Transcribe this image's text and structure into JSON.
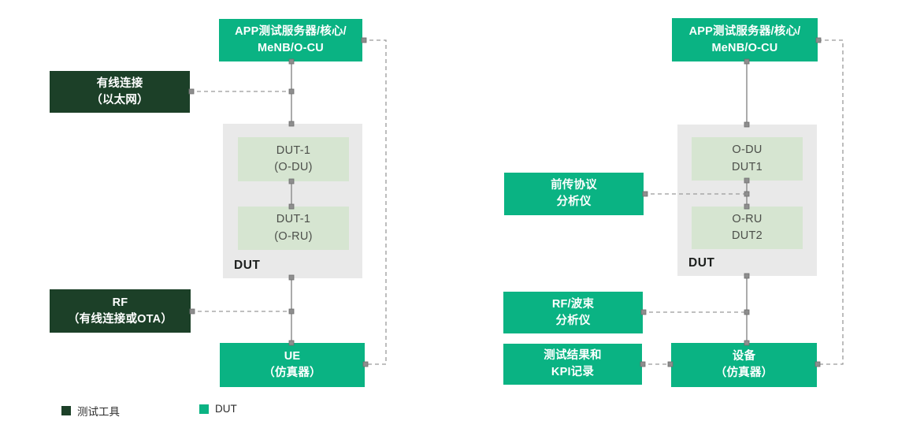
{
  "colors": {
    "accent_green": "#0ab383",
    "tool_dark_green": "#1c4028",
    "dut_container_gray": "#e9e9e9",
    "dut_inner_green": "#d6e5d1"
  },
  "left_diagram": {
    "server_box": {
      "line1": "APP测试服务器/核心/",
      "line2": "MeNB/O-CU"
    },
    "wired_tool_box": {
      "line1": "有线连接",
      "line2": "（以太网）"
    },
    "dut_container": {
      "label": "DUT",
      "odu_box": {
        "line1": "DUT-1",
        "line2": "(O-DU)"
      },
      "oru_box": {
        "line1": "DUT-1",
        "line2": "(O-RU)"
      }
    },
    "rf_tool_box": {
      "line1": "RF",
      "line2": "（有线连接或OTA）"
    },
    "ue_box": {
      "line1": "UE",
      "line2": "（仿真器）"
    }
  },
  "right_diagram": {
    "server_box": {
      "line1": "APP测试服务器/核心/",
      "line2": "MeNB/O-CU"
    },
    "fronthaul_analyzer_box": {
      "line1": "前传协议",
      "line2": "分析仪"
    },
    "dut_container": {
      "label": "DUT",
      "odu_box": {
        "line1": "O-DU",
        "line2": "DUT1"
      },
      "oru_box": {
        "line1": "O-RU",
        "line2": "DUT2"
      }
    },
    "rf_beam_analyzer_box": {
      "line1": "RF/波束",
      "line2": "分析仪"
    },
    "kpi_record_box": {
      "line1": "测试结果和",
      "line2": "KPI记录"
    },
    "device_box": {
      "line1": "设备",
      "line2": "（仿真器）"
    }
  },
  "legend": {
    "items": [
      {
        "label": "测试工具",
        "color": "#1c4028"
      },
      {
        "label": "DUT",
        "color": "#0ab383"
      }
    ]
  }
}
